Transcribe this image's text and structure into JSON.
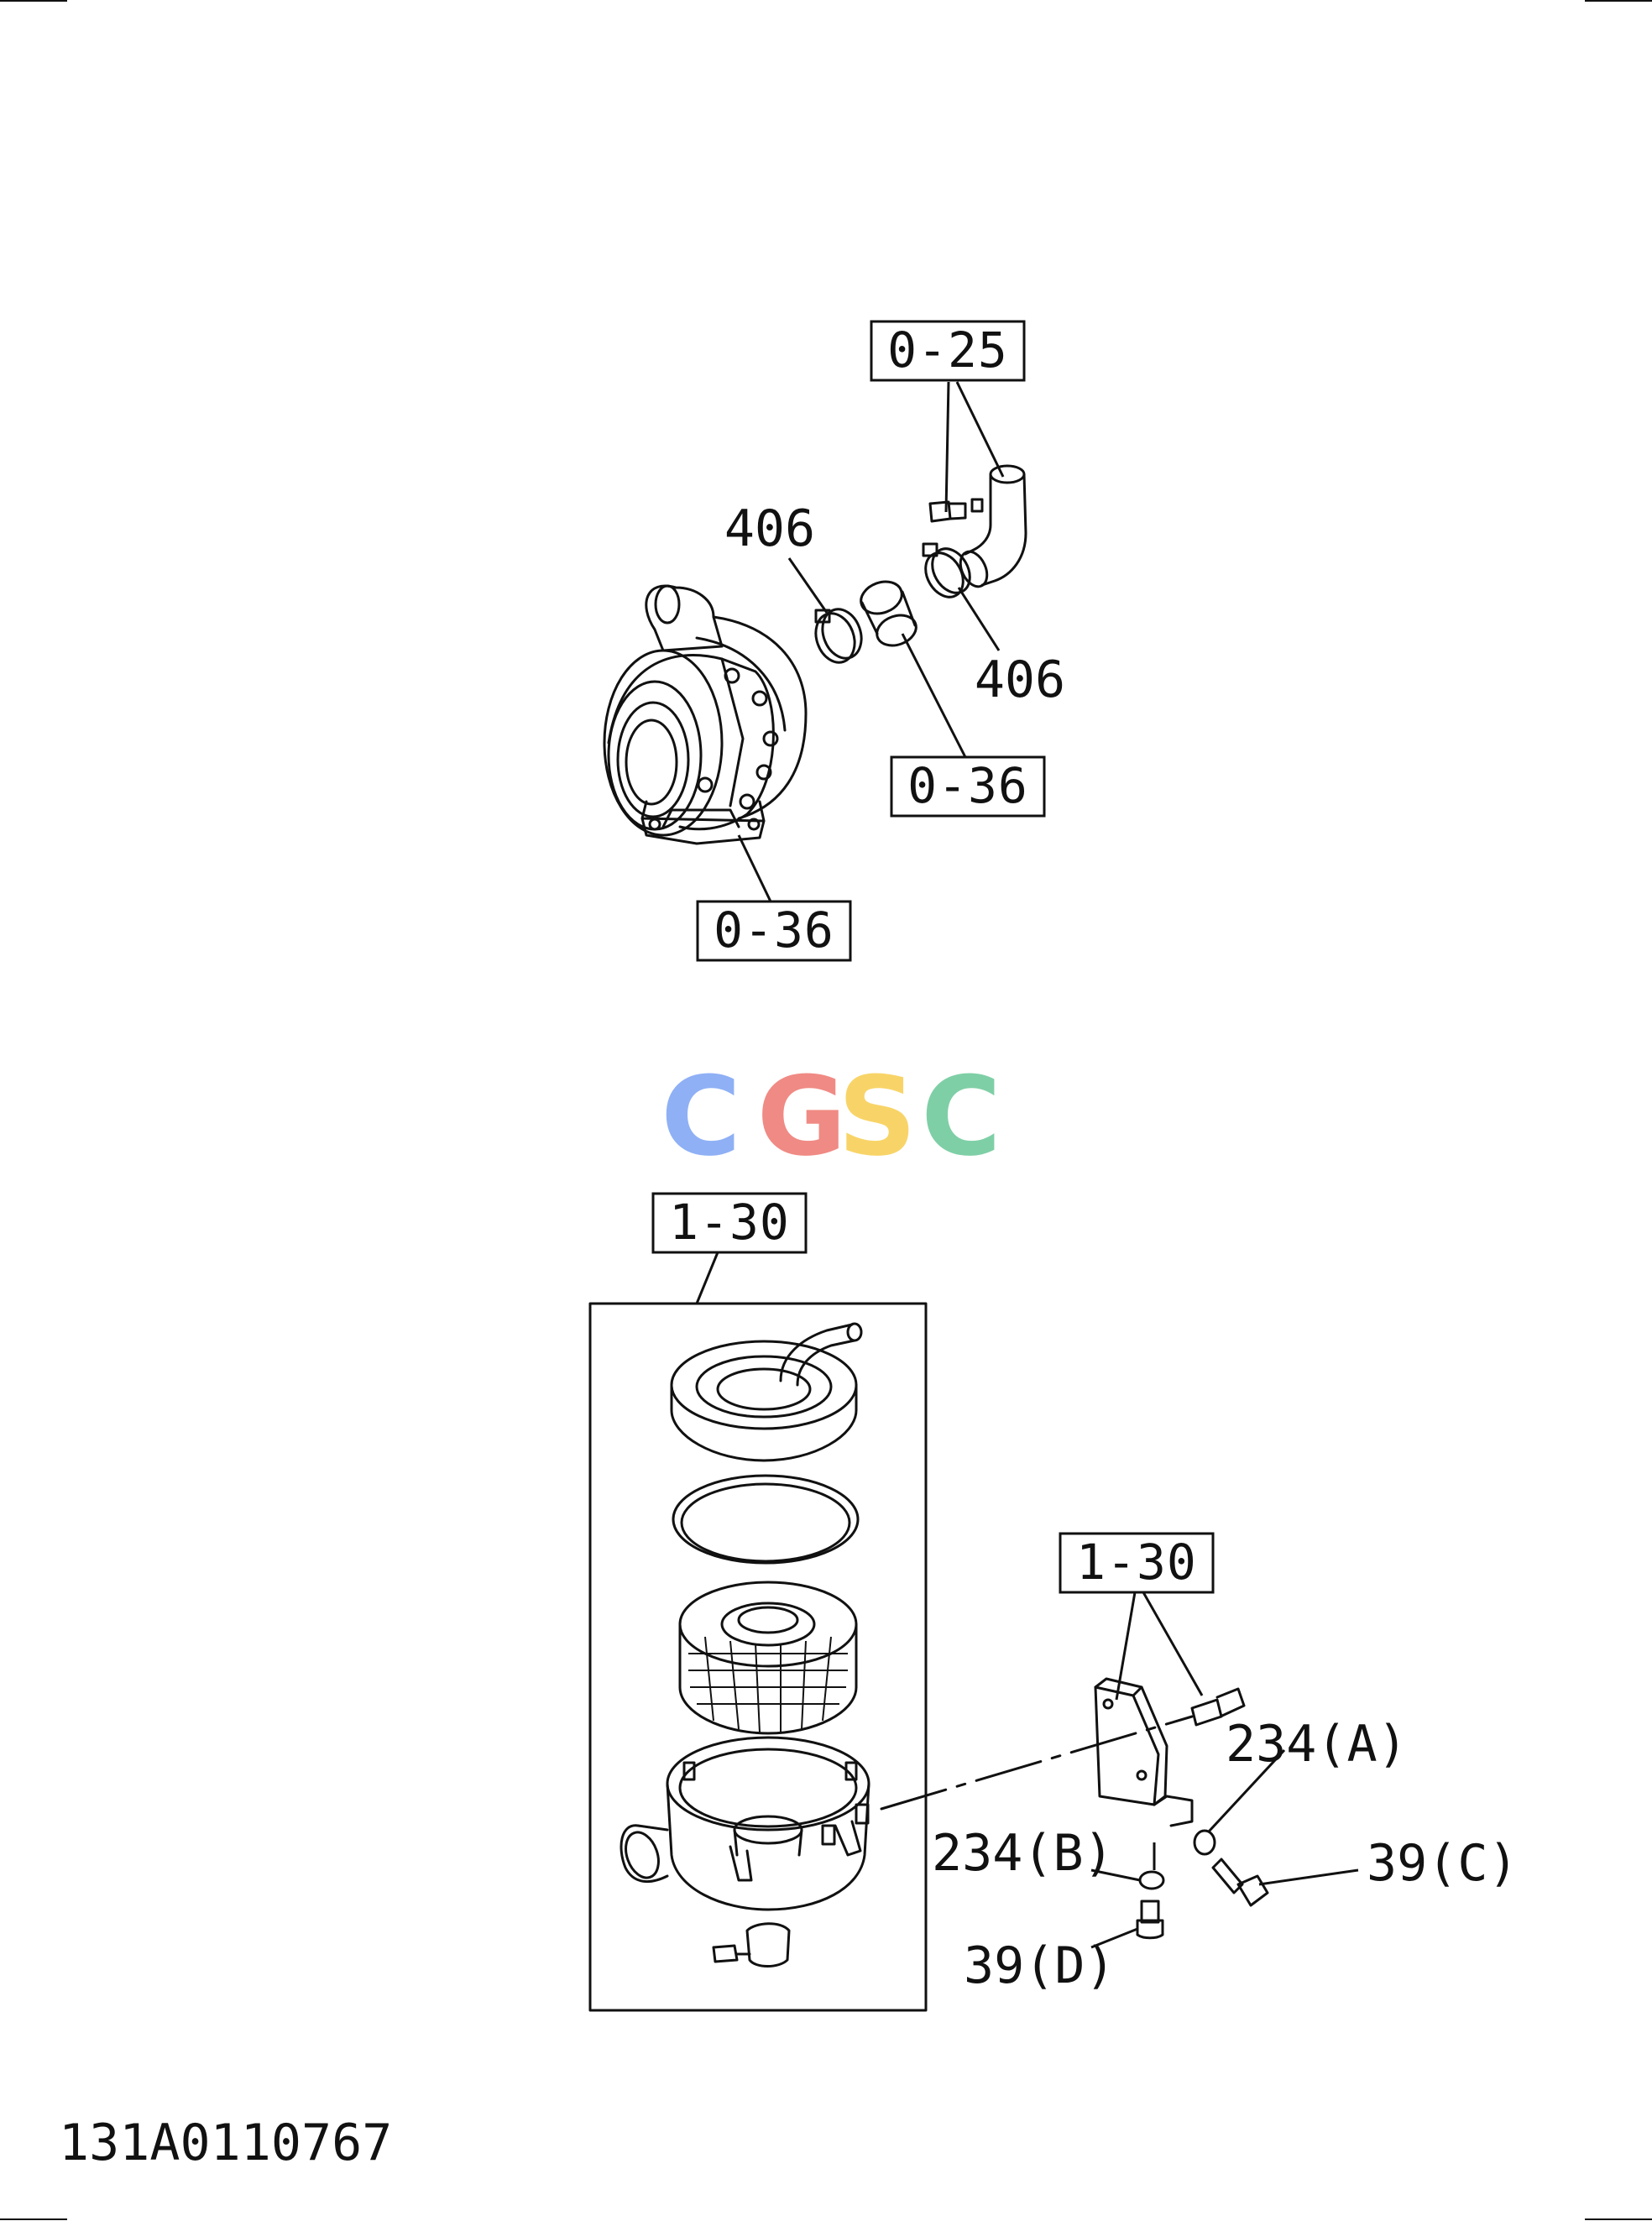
{
  "document_id": "131A0110767",
  "watermark": {
    "letters": [
      "C",
      "G",
      "S",
      "C"
    ],
    "colors": [
      "#8fb0f5",
      "#f08a84",
      "#f8d468",
      "#7fcfa6"
    ]
  },
  "upper_assembly": {
    "ref_top": "0-25",
    "ref_pipe": "0-36",
    "ref_turbo": "0-36",
    "clamp_left": "406",
    "clamp_right": "406"
  },
  "lower_assembly": {
    "ref_air_cleaner": "1-30",
    "ref_bracket": "1-30",
    "washer_a": "234(A)",
    "washer_b": "234(B)",
    "bolt_c": "39(C)",
    "bolt_d": "39(D)"
  }
}
